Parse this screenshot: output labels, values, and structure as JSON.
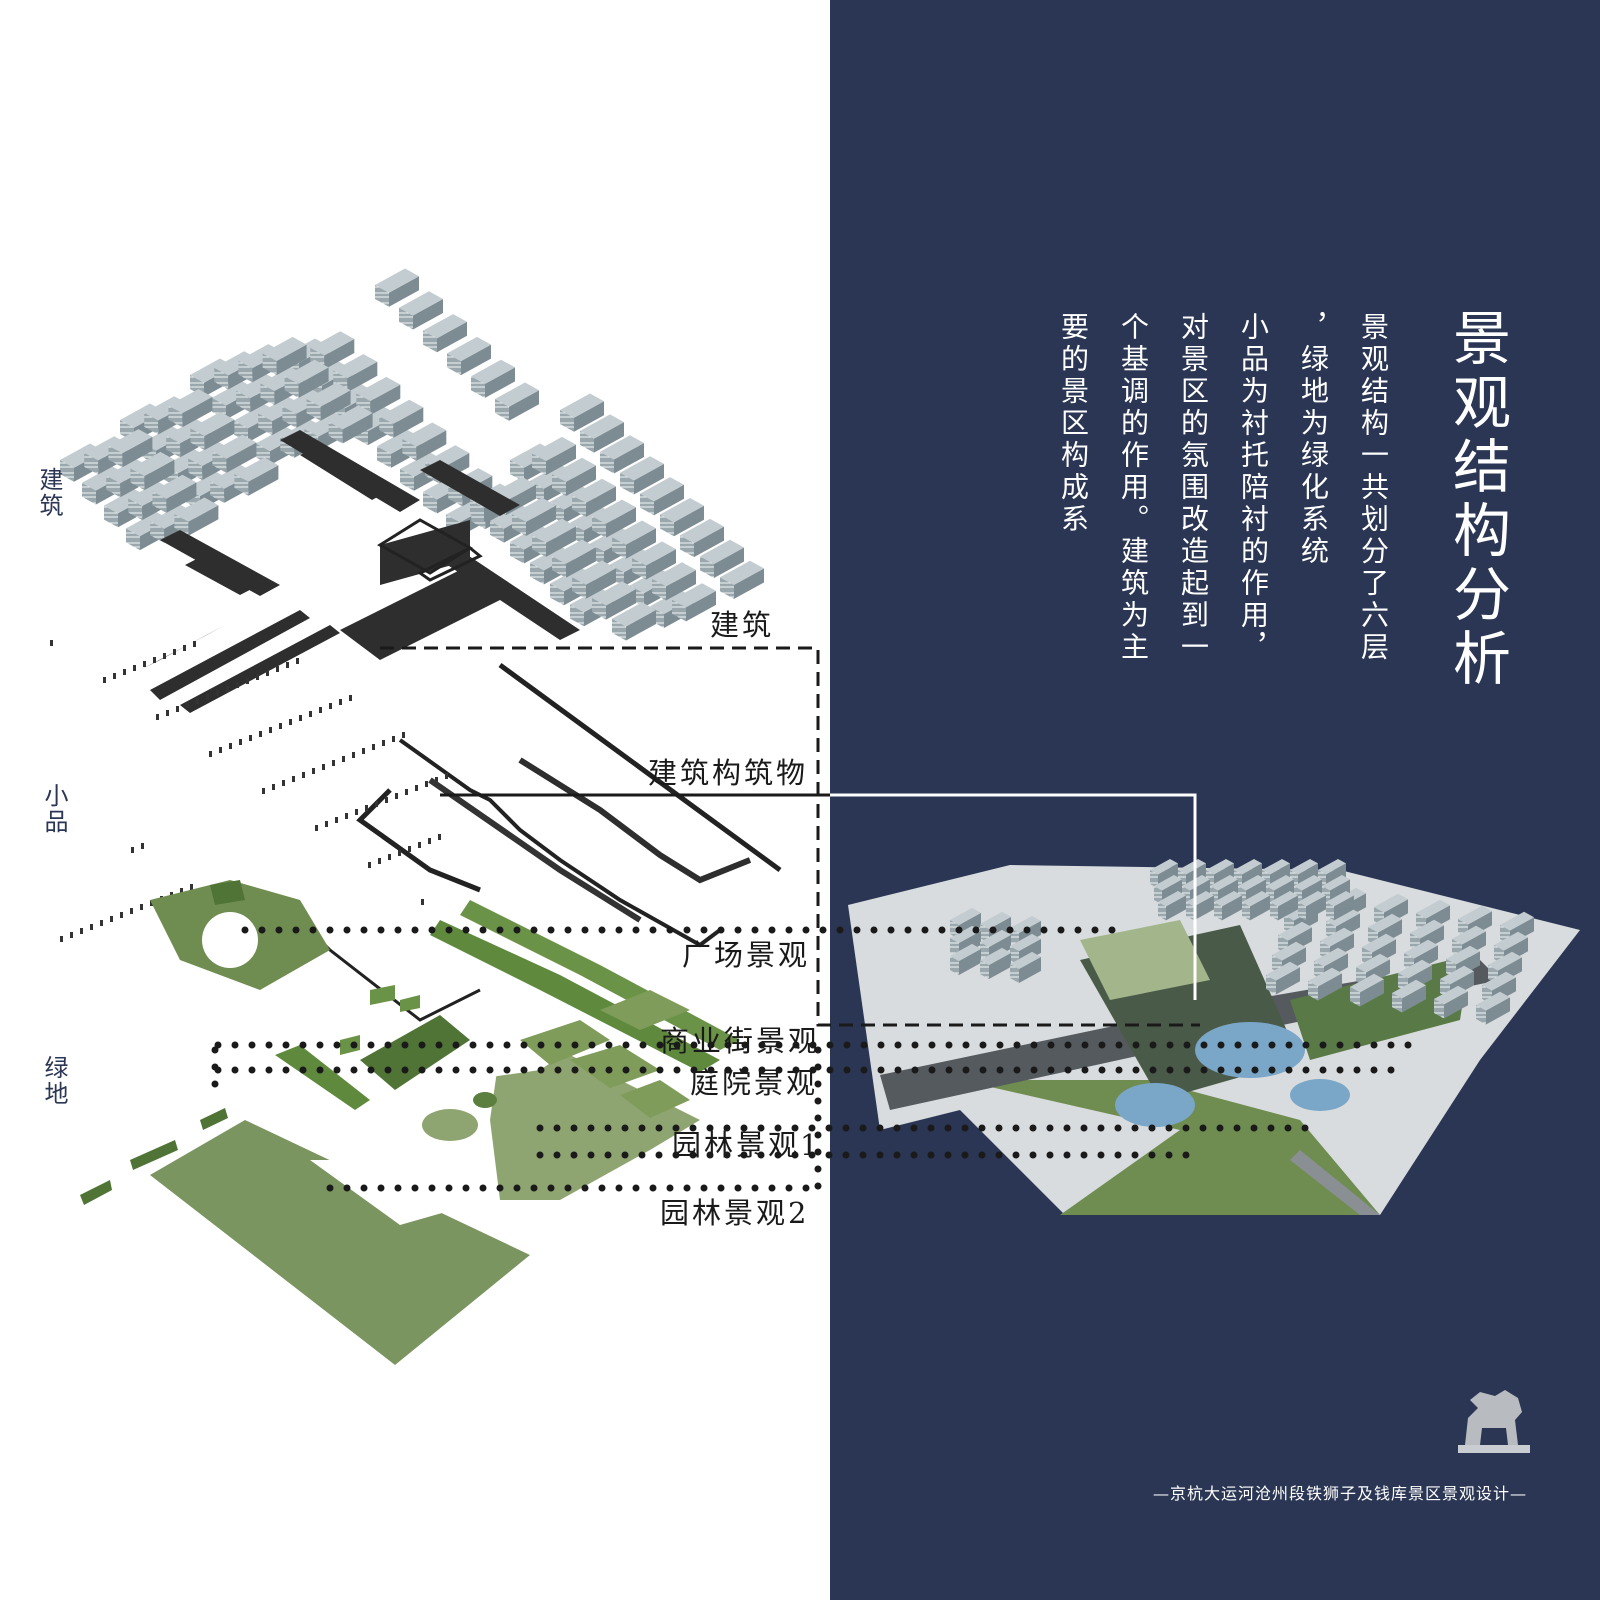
{
  "title": "景观结构分析",
  "body_lines": [
    "景观结构一共划分了六层",
    "，绿地为绿化系统",
    "小品为衬托陪衬的作用，",
    "对景区的氛围改造起到一",
    "个基调的作用。建筑为主",
    "要的景区构成系"
  ],
  "side_labels": {
    "building": "建筑",
    "sketch": "小品",
    "green": "绿地"
  },
  "layer_labels": {
    "building": "建筑",
    "structure": "建筑构筑物",
    "plaza": "广场景观",
    "commercial": "商业街景观",
    "courtyard": "庭院景观",
    "garden1": "园林景观1",
    "garden2": "园林景观2"
  },
  "footer": "—京杭大运河沧州段铁狮子及钱库景区景观设计—",
  "colors": {
    "panel": "#2a3653",
    "green": "#7a9560",
    "dark_green": "#4f7436",
    "building": "#8e9ea6",
    "dark": "#2a2a2a"
  }
}
